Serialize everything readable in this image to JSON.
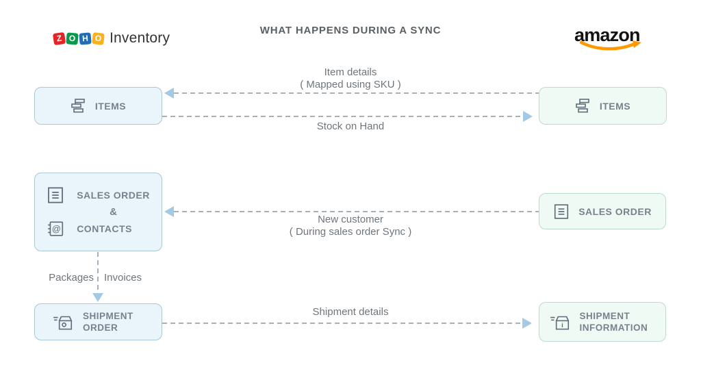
{
  "header": {
    "title": "WHAT HAPPENS DURING A SYNC",
    "zoho_logo": {
      "tiles": [
        {
          "letter": "Z",
          "color": "#e42527"
        },
        {
          "letter": "O",
          "color": "#089949"
        },
        {
          "letter": "H",
          "color": "#226db4"
        },
        {
          "letter": "O",
          "color": "#f9b21d"
        }
      ],
      "product": "Inventory"
    },
    "amazon_logo": {
      "wordmark": "amazon",
      "smile_color": "#ff9900"
    }
  },
  "zoho_column": {
    "items_box": {
      "label": "ITEMS",
      "icon": "items-icon"
    },
    "sales_contacts_box": {
      "line1": "SALES ORDER",
      "connector": "&",
      "line2": "CONTACTS",
      "icon1": "sales-order-icon",
      "icon2": "contacts-icon"
    },
    "shipment_order_box": {
      "label": "SHIPMENT ORDER",
      "icon": "shipment-box-icon"
    }
  },
  "amazon_column": {
    "items_box": {
      "label": "ITEMS",
      "icon": "items-icon"
    },
    "sales_order_box": {
      "label": "SALES ORDER",
      "icon": "sales-order-icon"
    },
    "shipment_info_box": {
      "label": "SHIPMENT INFORMATION",
      "icon": "shipment-info-icon"
    }
  },
  "flows": {
    "item_details": {
      "direction": "amazon-to-zoho",
      "line1": "Item details",
      "line2": "( Mapped using SKU )"
    },
    "stock_on_hand": {
      "direction": "zoho-to-amazon",
      "label": "Stock on Hand"
    },
    "new_customer": {
      "direction": "amazon-to-zoho",
      "line1": "New customer",
      "line2": "( During sales order Sync )"
    },
    "shipment_details": {
      "direction": "zoho-to-amazon",
      "label": "Shipment details"
    },
    "packages_invoices": {
      "direction": "down",
      "label_left": "Packages",
      "label_right": "Invoices"
    }
  },
  "colors": {
    "zoho_box_fill": "#e9f4fb",
    "zoho_box_border": "#a9c7d9",
    "amazon_box_fill": "#f0faf4",
    "amazon_box_border": "#bcdccb",
    "dash_line": "#a6b0b9",
    "arrowhead": "#a4c9e2",
    "flow_label_text": "#6e757b",
    "box_label_text": "#76828d",
    "title_text": "#595f63",
    "amazon_smile": "#ff9900"
  }
}
